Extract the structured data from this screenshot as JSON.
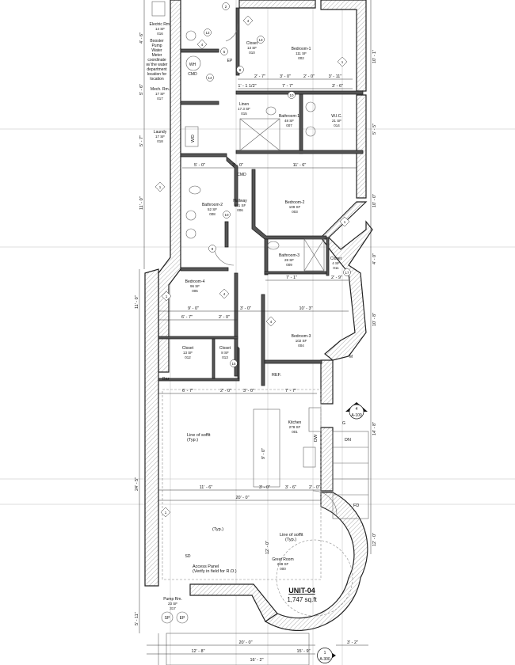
{
  "plan": {
    "unit_name": "UNIT-04",
    "unit_area": "1,747 sq.ft",
    "rooms": [
      {
        "name": "Electric Rm.",
        "area": "14 SF",
        "id": "016"
      },
      {
        "name": "Mech. Rm.",
        "area": "17 SF",
        "id": "017"
      },
      {
        "name": "Laundy",
        "area": "17 SF",
        "id": "018"
      },
      {
        "name": "Closet",
        "area": "13 SF",
        "id": "010"
      },
      {
        "name": "Bedroom-1",
        "area": "111 SF",
        "id": "002"
      },
      {
        "name": "Linen",
        "area": "17.3 SF",
        "id": "015"
      },
      {
        "name": "Bathroom-1",
        "area": "48 SF",
        "id": "007"
      },
      {
        "name": "W.I.C.",
        "area": "21 SF",
        "id": "014"
      },
      {
        "name": "Bathroom-2",
        "area": "52 SF",
        "id": "008"
      },
      {
        "name": "Hallway",
        "area": "121 SF",
        "id": "006"
      },
      {
        "name": "Bedroom-2",
        "area": "109 SF",
        "id": "003"
      },
      {
        "name": "Bathroom-3",
        "area": "28 SF",
        "id": "009"
      },
      {
        "name": "Closet",
        "area": "4 SF",
        "id": "011"
      },
      {
        "name": "Bedroom-4",
        "area": "96 SF",
        "id": "005"
      },
      {
        "name": "Bedroom-3",
        "area": "102 SF",
        "id": "004"
      },
      {
        "name": "Closet",
        "area": "13 SF",
        "id": "012"
      },
      {
        "name": "Closet",
        "area": "8 SF",
        "id": "013"
      },
      {
        "name": "Kitchen",
        "area": "278 SF",
        "id": "001"
      },
      {
        "name": "Great Room",
        "area": "299 SF",
        "id": "000"
      },
      {
        "name": "Pump Rm.",
        "area": "23 SF",
        "id": "317"
      }
    ],
    "notes": {
      "booster": [
        "Booster",
        "Pump",
        "Water",
        "Meter",
        "coordinate",
        "w/ the water",
        "department",
        "location for",
        "location"
      ],
      "soffit1": [
        "Line of soffit",
        "(Typ.)"
      ],
      "soffit2": [
        "Line of soffit",
        "(Typ.)"
      ],
      "access": [
        "Access Panel",
        "(Verify in field for R.O.)"
      ],
      "typ": "(Typ.)"
    },
    "labels": {
      "bar": "Bar",
      "ref": "REF.",
      "dw": "DW",
      "dn": "DN",
      "fd": "FD",
      "wh": "WH",
      "cmd": "CMD",
      "cmd2": "CMD",
      "sd": "SD",
      "sp": "SP",
      "ep": "EP",
      "ep2": "EP",
      "g": "G",
      "m": "M",
      "wd": "W/D",
      "sec1_num": "4",
      "sec1_sheet": "A-100",
      "sec2_num": "1",
      "sec2_sheet": "A-300"
    },
    "dims": {
      "d1": "2' - 7\"",
      "d2": "3' - 0\"",
      "d3": "2' - 0\"",
      "d4": "3' - 11\"",
      "d5": "1' - 1 1/2\"",
      "d6": "7' - 7\"",
      "d7": "3' - 6\"",
      "d8": "5' - 0\"",
      "d9": "3' - 0\"",
      "d10": "11' - 6\"",
      "d11": "7' - 1\"",
      "d12": "2' - 9\"",
      "d13": "9' - 0\"",
      "d14": "3' - 0\"",
      "d15": "10' - 3\"",
      "d16": "6' - 7\"",
      "d17": "2' - 0\"",
      "d18": "6' - 7\"",
      "d19": "2' - 0\"",
      "d20": "3' - 0\"",
      "d21": "7' - 7\"",
      "d22": "11' - 6\"",
      "d23": "3' - 0\"",
      "d24": "3' - 6\"",
      "d25": "2' - 0\"",
      "d26": "20' - 0\"",
      "d27": "9' - 0\"",
      "d28": "12' - 0\"",
      "d29": "20' - 0\"",
      "d30": "3' - 2\"",
      "d31": "12' - 8\"",
      "d32": "15' - 9\"",
      "d33": "16' - 2\"",
      "v1": "4' - 6\"",
      "v2": "5' - 6\"",
      "v3": "5' - 7\"",
      "v4": "11' - 0\"",
      "v5": "11' - 0\"",
      "v6": "24' - 5\"",
      "v7": "5' - 11\"",
      "v8": "10' - 1\"",
      "v9": "5' - 5\"",
      "v10": "10' - 0\"",
      "v11": "4' - 0\"",
      "v12": "10' - 8\"",
      "v13": "14' - 8\"",
      "v14": "12' - 0\""
    },
    "tags": [
      "1",
      "2",
      "4",
      "5",
      "8",
      "9",
      "10",
      "12",
      "13",
      "14",
      "15",
      "17"
    ]
  }
}
